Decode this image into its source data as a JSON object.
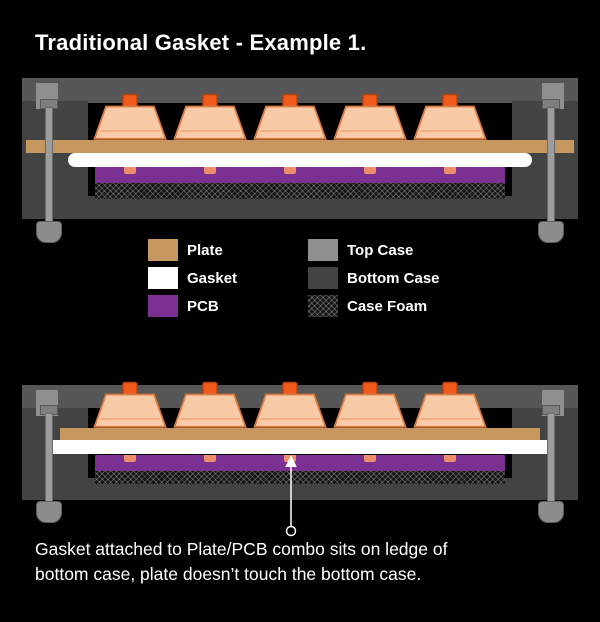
{
  "title": "Traditional Gasket - Example 1.",
  "caption_lines": [
    "Gasket attached to Plate/PCB combo sits on ledge of",
    "bottom case, plate doesn’t touch the bottom case."
  ],
  "colors": {
    "background": "#000000",
    "text": "#ffffff",
    "plate": "#c6975f",
    "gasket": "#ffffff",
    "pcb": "#7c3092",
    "top_case": "#8f8f8f",
    "top_case_dark": "#565656",
    "bottom_case": "#434343",
    "case_foam_base": "#141414",
    "switch_body": "#f8cba6",
    "switch_outline": "#db7b42",
    "switch_stem": "#f15a1d",
    "switch_pin": "#ee8f6b",
    "arrow": "#ffffff"
  },
  "legend": {
    "columns": [
      {
        "items": [
          {
            "label": "Plate",
            "swatch": "plate"
          },
          {
            "label": "Gasket",
            "swatch": "gasket"
          },
          {
            "label": "PCB",
            "swatch": "pcb"
          }
        ]
      },
      {
        "items": [
          {
            "label": "Top Case",
            "swatch": "top_case"
          },
          {
            "label": "Bottom Case",
            "swatch": "bottom_case"
          },
          {
            "label": "Case Foam",
            "swatch": "case_foam"
          }
        ]
      }
    ]
  },
  "diagrams": [
    {
      "name": "gasket-mount-cross-section-top",
      "switch_count": 5
    },
    {
      "name": "gasket-mount-cross-section-bottom",
      "switch_count": 5
    }
  ]
}
